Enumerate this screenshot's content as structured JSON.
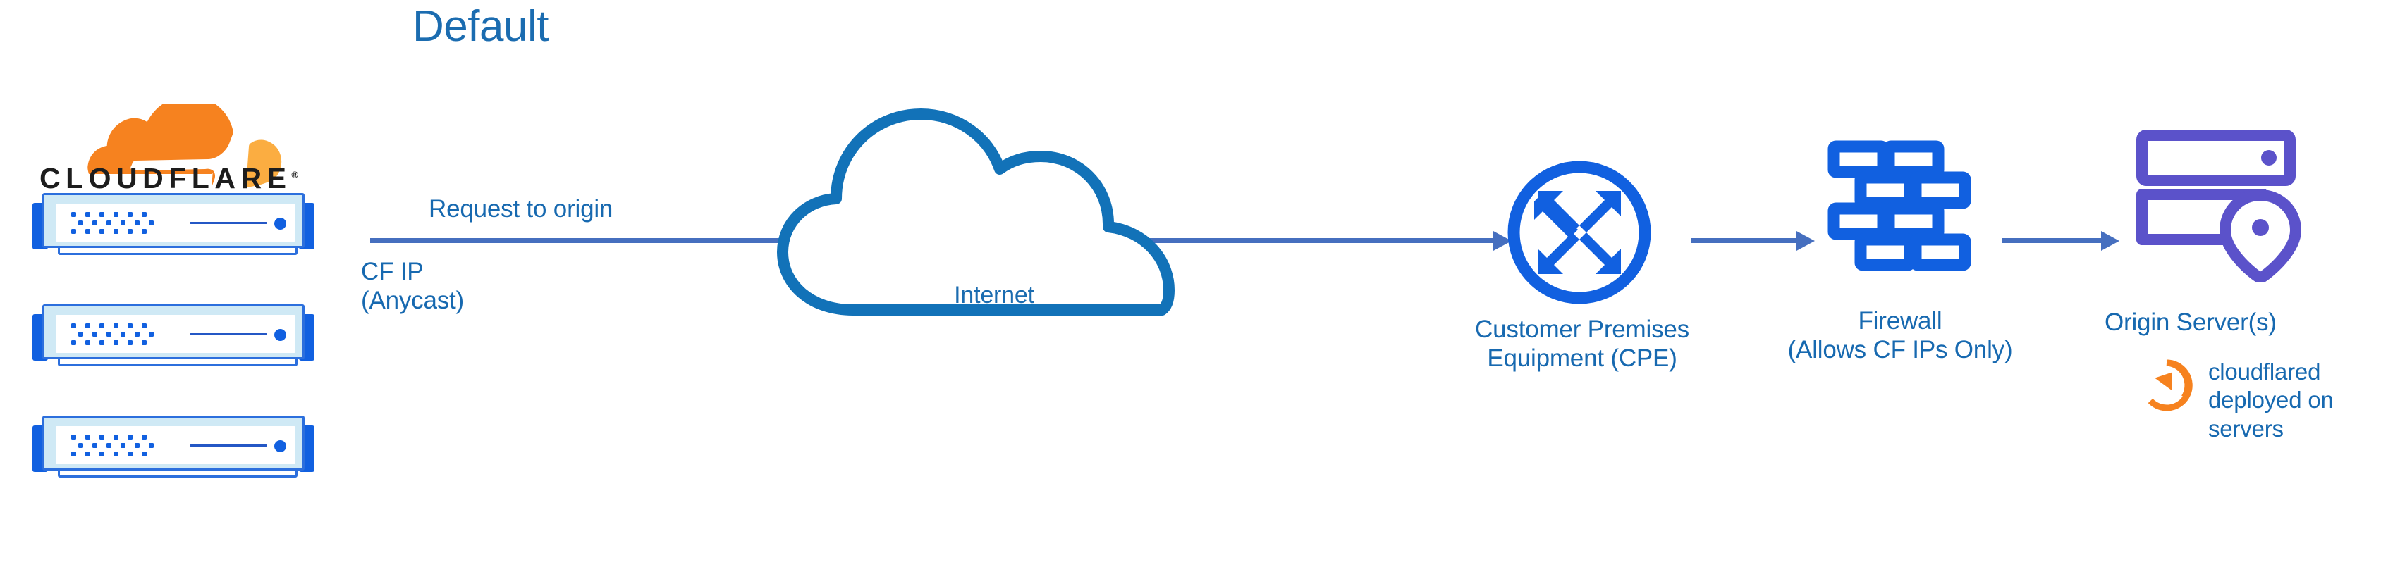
{
  "diagram": {
    "title": "Default",
    "title_color": "#1b6cb0",
    "accent_blue": "#1769b0",
    "arrow_color": "#466fbf",
    "node_blue": "#1160e0",
    "origin_purple": "#5b52ca",
    "cloudflare_orange": "#f6821f"
  },
  "edge": {
    "brand_name": "CLOUDFLARE",
    "brand_mark": "®",
    "logo_icon": "cloudflare-cloud-icon",
    "racks": [
      {
        "name": "cloudflare-edge-server-1"
      },
      {
        "name": "cloudflare-edge-server-2"
      },
      {
        "name": "cloudflare-edge-server-3"
      }
    ],
    "ip_label": "CF IP\n(Anycast)"
  },
  "flow": {
    "request_label": "Request to origin",
    "arrows": [
      {
        "name": "arrow-edge-to-cpe"
      },
      {
        "name": "arrow-cpe-to-firewall"
      },
      {
        "name": "arrow-firewall-to-origin"
      }
    ]
  },
  "nodes": {
    "internet": {
      "label": "Internet",
      "icon": "cloud-icon"
    },
    "cpe": {
      "label": "Customer Premises\nEquipment (CPE)",
      "icon": "router-four-arrows-icon"
    },
    "firewall": {
      "label": "Firewall\n(Allows CF IPs Only)",
      "icon": "brick-wall-icon"
    },
    "origin": {
      "label": "Origin Server(s)",
      "icon": "server-location-pin-icon"
    }
  },
  "annotations": {
    "cloudflared": {
      "label": "cloudflared\ndeployed on\nservers",
      "icon": "circular-arrow-refresh-icon"
    }
  }
}
